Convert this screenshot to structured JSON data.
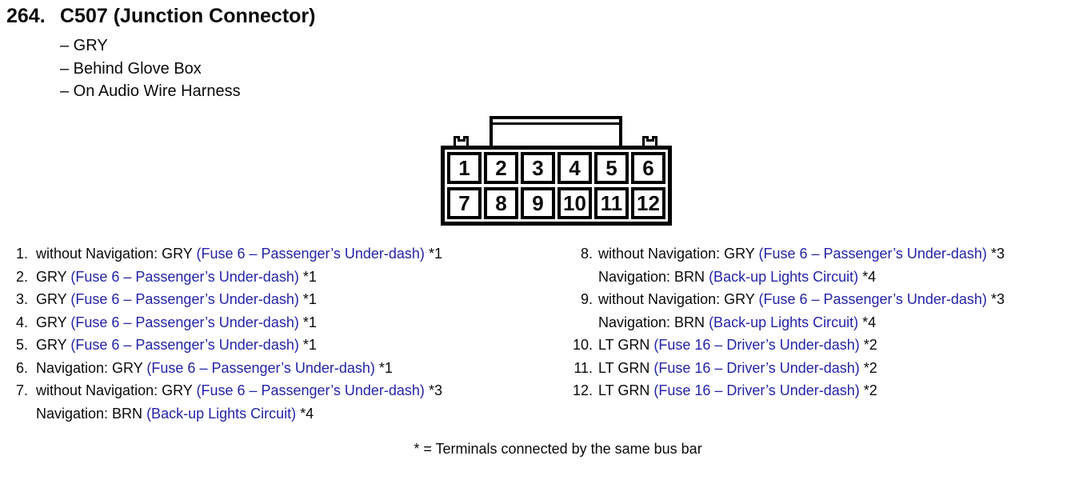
{
  "header": {
    "number": "264.",
    "title": "C507 (Junction Connector)",
    "details": [
      "– GRY",
      "– Behind Glove Box",
      "– On Audio Wire Harness"
    ]
  },
  "connector": {
    "pins": [
      "1",
      "2",
      "3",
      "4",
      "5",
      "6",
      "7",
      "8",
      "9",
      "10",
      "11",
      "12"
    ]
  },
  "pins_left": [
    {
      "num": "1.",
      "lines": [
        {
          "pre": "without Navigation: GRY ",
          "link": "(Fuse 6 – Passenger’s Under-dash)",
          "suf": " *1"
        }
      ]
    },
    {
      "num": "2.",
      "lines": [
        {
          "pre": "GRY ",
          "link": "(Fuse 6 – Passenger’s Under-dash)",
          "suf": " *1"
        }
      ]
    },
    {
      "num": "3.",
      "lines": [
        {
          "pre": "GRY ",
          "link": "(Fuse 6 – Passenger’s Under-dash)",
          "suf": " *1"
        }
      ]
    },
    {
      "num": "4.",
      "lines": [
        {
          "pre": "GRY ",
          "link": "(Fuse 6 – Passenger’s Under-dash)",
          "suf": " *1"
        }
      ]
    },
    {
      "num": "5.",
      "lines": [
        {
          "pre": "GRY ",
          "link": "(Fuse 6 – Passenger’s Under-dash)",
          "suf": " *1"
        }
      ]
    },
    {
      "num": "6.",
      "lines": [
        {
          "pre": "Navigation: GRY ",
          "link": "(Fuse 6 – Passenger’s Under-dash)",
          "suf": " *1"
        }
      ]
    },
    {
      "num": "7.",
      "lines": [
        {
          "pre": "without Navigation: GRY ",
          "link": "(Fuse 6 – Passenger’s Under-dash)",
          "suf": " *3"
        },
        {
          "pre": "Navigation: BRN ",
          "link": "(Back-up Lights Circuit)",
          "suf": " *4"
        }
      ]
    }
  ],
  "pins_right": [
    {
      "num": "8.",
      "lines": [
        {
          "pre": "without Navigation: GRY ",
          "link": "(Fuse 6 – Passenger’s Under-dash)",
          "suf": " *3"
        },
        {
          "pre": "Navigation: BRN ",
          "link": "(Back-up Lights Circuit)",
          "suf": " *4"
        }
      ]
    },
    {
      "num": "9.",
      "lines": [
        {
          "pre": "without Navigation: GRY ",
          "link": "(Fuse 6 – Passenger’s Under-dash)",
          "suf": " *3"
        },
        {
          "pre": "Navigation: BRN ",
          "link": "(Back-up Lights Circuit)",
          "suf": " *4"
        }
      ]
    },
    {
      "num": "10.",
      "lines": [
        {
          "pre": "LT GRN ",
          "link": "(Fuse 16 – Driver’s Under-dash)",
          "suf": " *2"
        }
      ]
    },
    {
      "num": "11.",
      "lines": [
        {
          "pre": "LT GRN ",
          "link": "(Fuse 16 – Driver’s Under-dash)",
          "suf": " *2"
        }
      ]
    },
    {
      "num": "12.",
      "lines": [
        {
          "pre": "LT GRN ",
          "link": "(Fuse 16 – Driver’s Under-dash)",
          "suf": " *2"
        }
      ]
    }
  ],
  "footnote": "* = Terminals connected by the same bus bar",
  "colors": {
    "link_blue": "#2424a8",
    "line_black": "#000000"
  }
}
